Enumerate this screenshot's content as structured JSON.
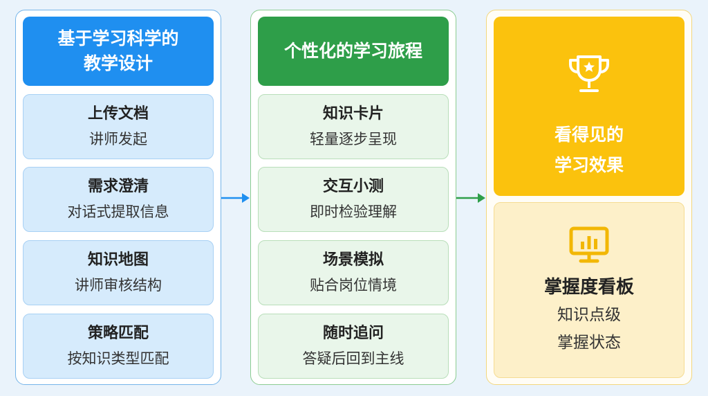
{
  "columns": [
    {
      "header": [
        "基于学习科学的",
        "教学设计"
      ],
      "cards": [
        {
          "title": "上传文档",
          "subtitle": "讲师发起"
        },
        {
          "title": "需求澄清",
          "subtitle": "对话式提取信息"
        },
        {
          "title": "知识地图",
          "subtitle": "讲师审核结构"
        },
        {
          "title": "策略匹配",
          "subtitle": "按知识类型匹配"
        }
      ]
    },
    {
      "header": [
        "个性化的学习旅程"
      ],
      "cards": [
        {
          "title": "知识卡片",
          "subtitle": "轻量逐步呈现"
        },
        {
          "title": "交互小测",
          "subtitle": "即时检验理解"
        },
        {
          "title": "场景模拟",
          "subtitle": "贴合岗位情境"
        },
        {
          "title": "随时追问",
          "subtitle": "答疑后回到主线"
        }
      ]
    }
  ],
  "result": {
    "icon": "trophy-icon",
    "title": [
      "看得见的",
      "学习效果"
    ]
  },
  "dashboard": {
    "icon": "dashboard-icon",
    "title": "掌握度看板",
    "lines": [
      "知识点级",
      "掌握状态"
    ]
  },
  "colors": {
    "background": "#eaf3fb",
    "blue": "#1f8ff0",
    "green": "#2e9e49",
    "yellow": "#fbc20d",
    "yellow_light": "#fdf0c9"
  }
}
